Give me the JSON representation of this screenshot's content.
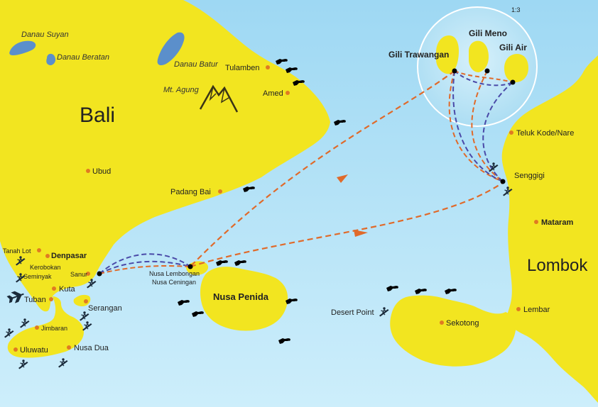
{
  "map": {
    "colors": {
      "sea_top": "#9ed8f3",
      "sea_bottom": "#c8ecfa",
      "land": "#f2e520",
      "lake": "#5b8fcb",
      "town_dot": "#e07a22",
      "route_orange": "#e06a2a",
      "route_blue": "#4a4aa8",
      "harbor": "#000000"
    },
    "islands": {
      "bali": "Bali",
      "lombok": "Lombok",
      "nusa_penida": "Nusa Penida"
    },
    "inset": {
      "scale": "1:3",
      "gili_trawangan": "Gili Trawangan",
      "gili_meno": "Gili Meno",
      "gili_air": "Gili Air"
    },
    "lakes": {
      "danau_suyan": "Danau Suyan",
      "danau_beratan": "Danau Beratan",
      "danau_batur": "Danau Batur"
    },
    "mountain": "Mt. Agung",
    "towns": {
      "tulamben": "Tulamben",
      "amed": "Amed",
      "ubud": "Ubud",
      "padang_bai": "Padang Bai",
      "tanah_lot": "Tanah Lot",
      "denpasar": "Denpasar",
      "kerobokan": "Kerobokan",
      "seminyak": "Seminyak",
      "sanur": "Sanur",
      "kuta": "Kuta",
      "tuban": "Tuban",
      "serangan": "Serangan",
      "jimbaran": "Jimbaran",
      "uluwatu": "Uluwatu",
      "nusa_dua": "Nusa Dua",
      "nusa_lembongan": "Nusa Lembongan",
      "nusa_ceningan": "Nusa Ceningan",
      "teluk_kode": "Teluk Kode/Nare",
      "senggigi": "Senggigi",
      "mataram": "Mataram",
      "lembar": "Lembar",
      "desert_point": "Desert Point",
      "sekotong": "Sekotong"
    },
    "icons": {
      "diver": "diver-icon",
      "surfer": "surfer-icon",
      "airport": "airplane-icon",
      "mountain": "mountain-icon"
    }
  }
}
